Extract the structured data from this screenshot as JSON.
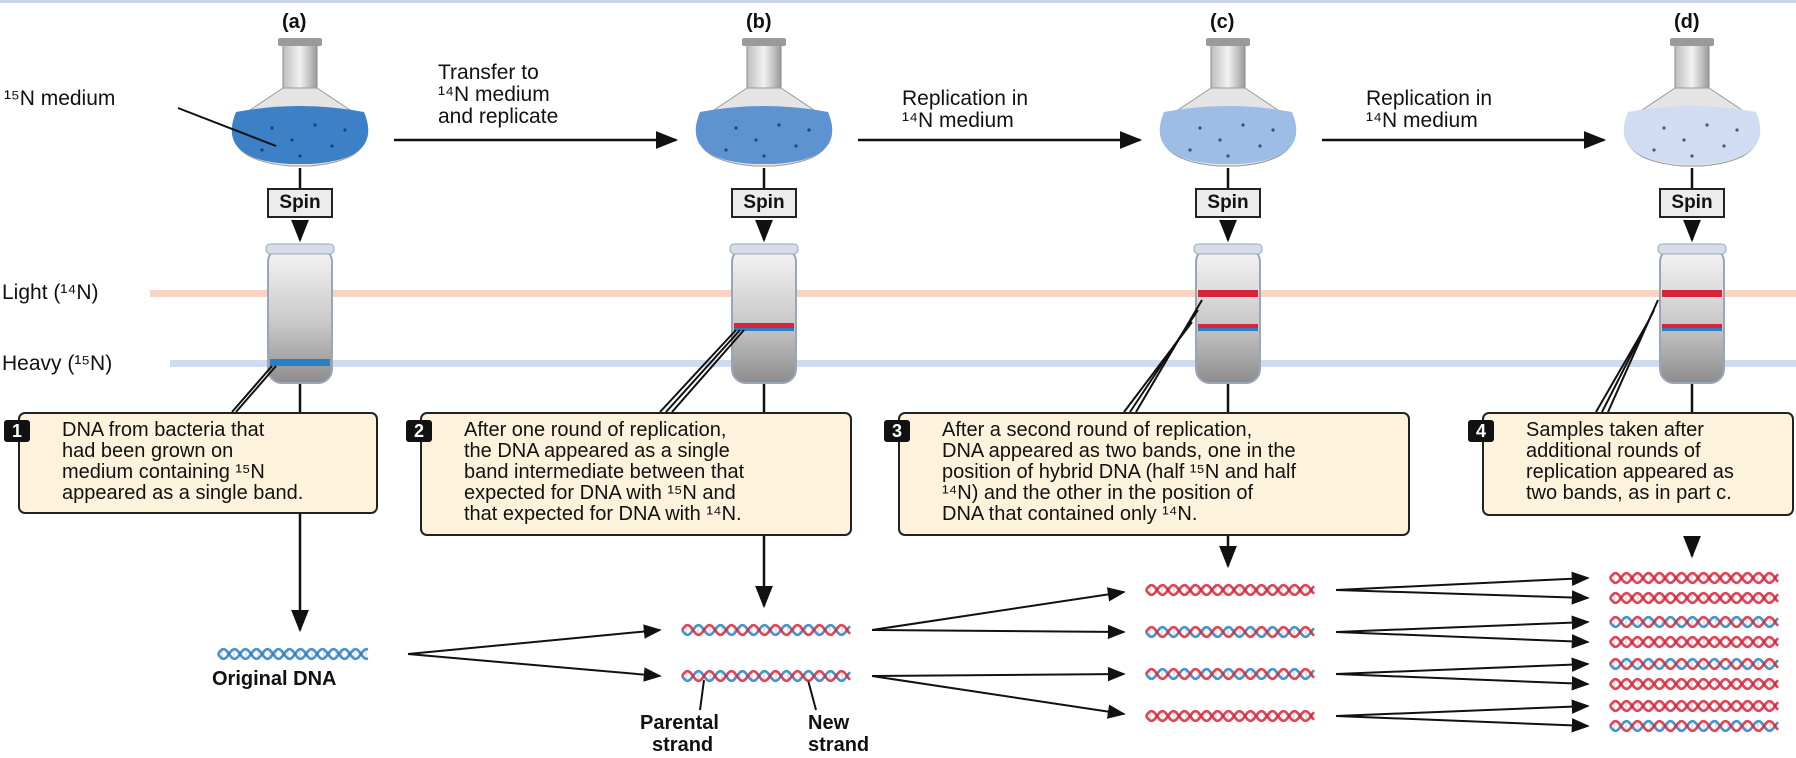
{
  "panels": {
    "a": {
      "label": "(a)"
    },
    "b": {
      "label": "(b)"
    },
    "c": {
      "label": "(c)"
    },
    "d": {
      "label": "(d)"
    }
  },
  "medium_label": "¹⁵N medium",
  "transfer_label": [
    "Transfer to",
    "¹⁴N medium",
    "and replicate"
  ],
  "replication_c_label": [
    "Replication in",
    "¹⁴N medium"
  ],
  "replication_d_label": [
    "Replication in",
    "¹⁴N medium"
  ],
  "spin_label": "Spin",
  "light_label": "Light (¹⁴N)",
  "heavy_label": "Heavy (¹⁵N)",
  "steps": [
    {
      "num": "1",
      "text": "DNA from bacteria that\nhad been grown on\nmedium containing ¹⁵N\nappeared as a single band."
    },
    {
      "num": "2",
      "text": "After one round of replication,\nthe DNA appeared as a single\nband intermediate between that\nexpected for DNA with ¹⁵N and\nthat expected for DNA with ¹⁴N."
    },
    {
      "num": "3",
      "text": "After a second round of replication,\nDNA appeared as two bands, one in the\nposition of hybrid DNA (half ¹⁵N and half\n¹⁴N) and the other in the position of\nDNA that contained only ¹⁴N."
    },
    {
      "num": "4",
      "text": "Samples taken after\nadditional rounds of\nreplication appeared as\ntwo bands, as in part c."
    }
  ],
  "original_dna_label": "Original DNA",
  "parental_strand_label": [
    "Parental",
    "strand"
  ],
  "new_strand_label": [
    "New",
    "strand"
  ],
  "colors": {
    "heavy_blue": "#2a7fc4",
    "light_red": "#d8243a",
    "light_line": "#f8d4c4",
    "heavy_line": "#cfdcee",
    "box_fill": "#fdf3dc"
  }
}
